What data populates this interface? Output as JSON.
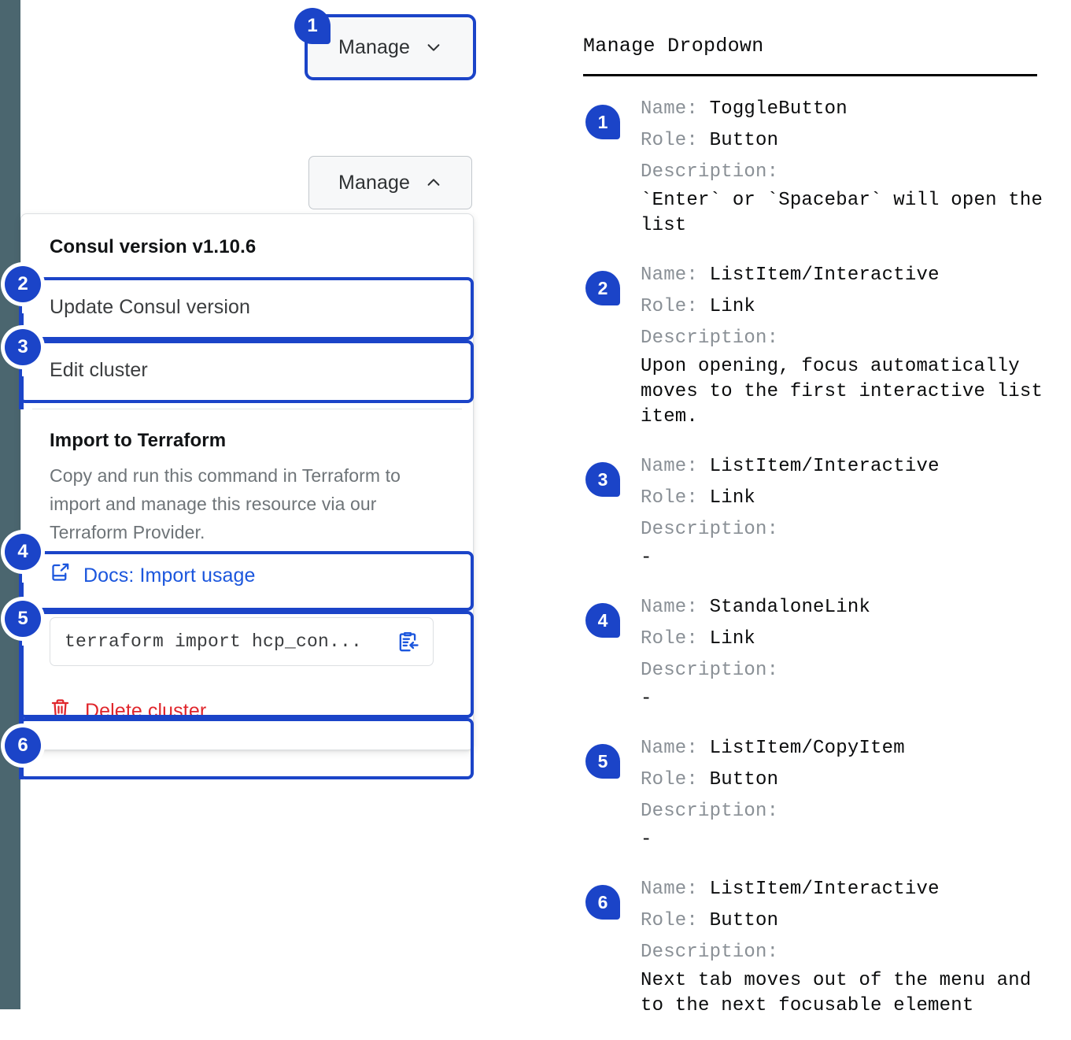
{
  "colors": {
    "accent_blue": "#1b44c8",
    "link_blue": "#1b56dd",
    "danger_red": "#e0262c",
    "rail_slate": "#4b666f",
    "muted_gray": "#8a9096"
  },
  "rail": {
    "name": "left-nav-rail"
  },
  "buttons": {
    "manage_collapsed": {
      "label": "Manage",
      "icon": "chevron-down-icon",
      "state": "collapsed-focused"
    },
    "manage_expanded": {
      "label": "Manage",
      "icon": "chevron-up-icon",
      "state": "expanded"
    }
  },
  "dropdown": {
    "version_header": "Consul version v1.10.6",
    "items": [
      {
        "label": "Update Consul version",
        "type": "link"
      },
      {
        "label": "Edit cluster",
        "type": "link"
      }
    ],
    "terraform_section": {
      "title": "Import to Terraform",
      "description": "Copy and run this command in Terraform to import and manage this resource via our Terraform Provider.",
      "docs_link": {
        "label": "Docs: Import usage",
        "icon": "docs-external-link-icon"
      },
      "command": {
        "value": "terraform import hcp_con...",
        "copy_icon": "clipboard-copy-icon"
      }
    },
    "delete": {
      "label": "Delete cluster",
      "icon": "trash-icon"
    }
  },
  "annotations": {
    "title": "Manage Dropdown",
    "labels": {
      "name": "Name:",
      "role": "Role:",
      "description": "Description:"
    },
    "entries": [
      {
        "number": "1",
        "name": "ToggleButton",
        "role": "Button",
        "description": "`Enter` or `Spacebar` will open\nthe list"
      },
      {
        "number": "2",
        "name": "ListItem/Interactive",
        "role": "Link",
        "description": "Upon opening, focus automatically\nmoves to the first interactive\nlist item."
      },
      {
        "number": "3",
        "name": "ListItem/Interactive",
        "role": "Link",
        "description": "-"
      },
      {
        "number": "4",
        "name": "StandaloneLink",
        "role": "Link",
        "description": "-"
      },
      {
        "number": "5",
        "name": "ListItem/CopyItem",
        "role": "Button",
        "description": "-"
      },
      {
        "number": "6",
        "name": "ListItem/Interactive",
        "role": "Button",
        "description": "Next tab moves out of the menu and\nto the next focusable element"
      }
    ]
  },
  "badges": [
    {
      "number": "1"
    },
    {
      "number": "2"
    },
    {
      "number": "3"
    },
    {
      "number": "4"
    },
    {
      "number": "5"
    },
    {
      "number": "6"
    }
  ]
}
